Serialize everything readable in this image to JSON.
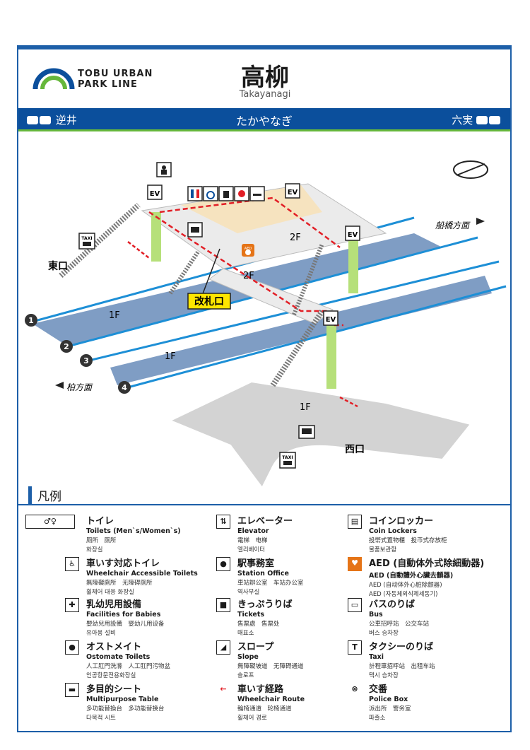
{
  "header": {
    "logo_line1": "TOBU URBAN",
    "logo_line2": "PARK LINE",
    "station_name": "高柳",
    "station_roman": "Takayanagi"
  },
  "line_bar": {
    "left_station": "逆井",
    "center": "たかやなぎ",
    "right_station": "六実"
  },
  "map": {
    "exits": {
      "east": "東口",
      "west": "西口"
    },
    "floors": {
      "f2a": "2F",
      "f2b": "2F",
      "f1a": "1F",
      "f1b": "1F",
      "f1c": "1F"
    },
    "gate": "改札口",
    "directions": {
      "funabashi": "船橋方面",
      "kashiwa": "柏方面"
    },
    "tracks": [
      "1",
      "2",
      "3",
      "4"
    ],
    "taxi": "TAXI",
    "aed": "AED"
  },
  "legend": {
    "title": "凡例",
    "items": [
      {
        "icon": "toilet-icon",
        "jp": "トイレ",
        "en": "Toilets (Men`s/Women`s)",
        "zh": "厕所　厕所",
        "ko": "화장실"
      },
      {
        "icon": "wheelchair-toilet-icon",
        "jp": "車いす対応トイレ",
        "en": "Wheelchair Accessible Toilets",
        "zh": "無障礙廁所　无障碍厕所",
        "ko": "휠체어 대응 화장실"
      },
      {
        "icon": "baby-icon",
        "jp": "乳幼児用設備",
        "en": "Facilities for Babies",
        "zh": "嬰幼兒用設備　婴幼儿用设备",
        "ko": "유아용 설비"
      },
      {
        "icon": "ostomate-icon",
        "jp": "オストメイト",
        "en": "Ostomate Toilets",
        "zh": "人工肛門洗滌　人工肛門污物盆",
        "ko": "인공항문전용화장실"
      },
      {
        "icon": "multipurpose-table-icon",
        "jp": "多目的シート",
        "en": "Multipurpose Table",
        "zh": "多功能替換台　多功能替换台",
        "ko": "다목적 시트"
      },
      {
        "icon": "elevator-icon",
        "jp": "エレベーター",
        "en": "Elevator",
        "zh": "電梯　电梯",
        "ko": "엘리베이터"
      },
      {
        "icon": "station-office-icon",
        "jp": "駅事務室",
        "en": "Station Office",
        "zh": "車站辦公室　车站办公室",
        "ko": "역사무실"
      },
      {
        "icon": "ticket-icon",
        "jp": "きっぷうりば",
        "en": "Tickets",
        "zh": "售票處　售票处",
        "ko": "매표소"
      },
      {
        "icon": "slope-icon",
        "jp": "スロープ",
        "en": "Slope",
        "zh": "無障礙坡道　无障碍通道",
        "ko": "슬로프"
      },
      {
        "icon": "wheelchair-route-icon",
        "jp": "車いす経路",
        "en": "Wheelchair Route",
        "zh": "輪椅通道　轮椅通道",
        "ko": "휠체어 경로"
      },
      {
        "icon": "locker-icon",
        "jp": "コインロッカー",
        "en": "Coin Lockers",
        "zh": "投幣式置物櫃　投币式存放柜",
        "ko": "물품보관함"
      },
      {
        "icon": "aed-icon",
        "jp": "AED (自動体外式除細動器)",
        "en": "AED (自動體外心臟去顫器)",
        "zh": "AED (自动体外心脏除颤器)",
        "ko": "AED (자동체외식제세동기)"
      },
      {
        "icon": "bus-icon",
        "jp": "バスのりば",
        "en": "Bus",
        "zh": "公車招呼站　公交车站",
        "ko": "버스 승차장"
      },
      {
        "icon": "taxi-icon",
        "jp": "タクシーのりば",
        "en": "Taxi",
        "zh": "計程車招呼站　出租车站",
        "ko": "택시 승차장"
      },
      {
        "icon": "police-icon",
        "jp": "交番",
        "en": "Police Box",
        "zh": "派出所　警务室",
        "ko": "파출소"
      }
    ]
  }
}
